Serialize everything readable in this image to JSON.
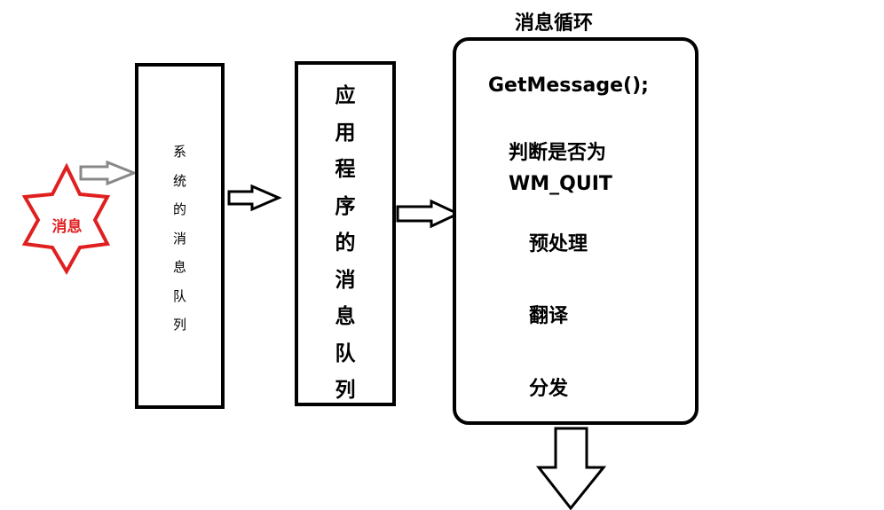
{
  "source": {
    "label": "消息",
    "color": "#e02020"
  },
  "system_queue": {
    "chars": [
      "系",
      "统",
      "的",
      "消",
      "息",
      "队",
      "列"
    ]
  },
  "app_queue": {
    "chars": [
      "应",
      "用",
      "程",
      "序",
      "的",
      "消",
      "息",
      "队",
      "列"
    ]
  },
  "message_loop": {
    "title": "消息循环",
    "steps": [
      "GetMessage();",
      "判断是否为",
      "WM_QUIT",
      "预处理",
      "翻译",
      "分发"
    ]
  },
  "colors": {
    "arrow_gray": "#888888",
    "stroke": "#000000",
    "star_red": "#e02020"
  }
}
